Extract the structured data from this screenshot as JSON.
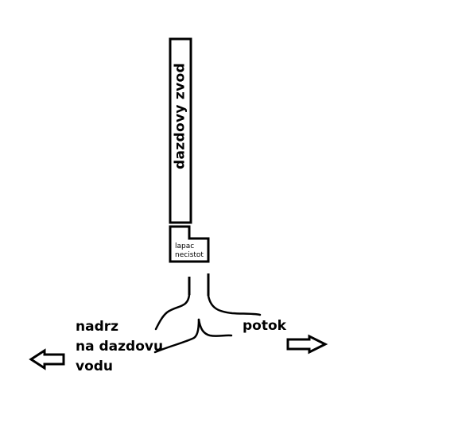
{
  "diagram": {
    "downspout_label": "dazdovy zvod",
    "trap_label_line1": "lapac",
    "trap_label_line2": "necistot",
    "tank_label_line1": "nadrz",
    "tank_label_line2": "na dazdovu",
    "tank_label_line3": "vodu",
    "stream_label": "potok",
    "stroke_color": "#000000",
    "background_color": "#ffffff",
    "left_arrow_icon": "arrow-left-outline-icon",
    "right_arrow_icon": "arrow-right-outline-icon"
  }
}
